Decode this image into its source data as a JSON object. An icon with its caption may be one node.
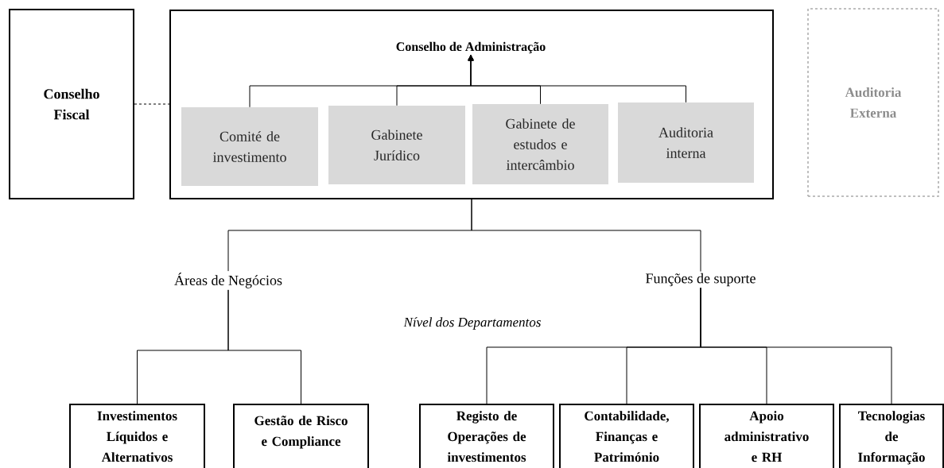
{
  "diagram": {
    "nodes": [
      {
        "text": [
          "Conselho Fiscal"
        ]
      },
      {
        "text": [],
        "shape": "box"
      },
      {
        "text": [
          "Conselho de Administração"
        ],
        "in": 1
      },
      {
        "text": [
          "Comité de investimento"
        ],
        "in": 1
      },
      {
        "text": [
          "Gabinete Jurídico"
        ],
        "in": 1
      },
      {
        "text": [
          "Gabinete de estudos e intercâmbio"
        ],
        "in": 1
      },
      {
        "text": [
          "Auditoria interna"
        ],
        "in": 1
      },
      {
        "text": [
          "Auditoria Externa"
        ]
      },
      {
        "text": [
          "Áreas de Negócios"
        ]
      },
      {
        "text": [
          "Funções de suporte"
        ]
      },
      {
        "text": [
          "Investimentos Líquidos e Alternativos"
        ]
      },
      {
        "text": [
          "Gestão de Risco e Compliance"
        ]
      },
      {
        "text": [
          "Registo de Operações de investimentos"
        ]
      },
      {
        "text": [
          "Contabilidade, Finanças e Património"
        ]
      },
      {
        "text": [
          "Apoio administrativo e RH"
        ]
      },
      {
        "text": [
          "Tecnologias de Informação"
        ]
      }
    ],
    "edges": [
      {
        "from": 0,
        "to": 1,
        "arrow": "none",
        "style": "dashed"
      },
      {
        "from": 3,
        "to": 2,
        "arrow": "to"
      },
      {
        "from": 4,
        "to": 2,
        "arrow": "to"
      },
      {
        "from": 5,
        "to": 2,
        "arrow": "to"
      },
      {
        "from": 6,
        "to": 2,
        "arrow": "to"
      },
      {
        "from": 1,
        "to": 8,
        "arrow": "none"
      },
      {
        "from": 1,
        "to": 9,
        "arrow": "none"
      },
      {
        "from": 8,
        "to": 10,
        "arrow": "none"
      },
      {
        "from": 8,
        "to": 11,
        "arrow": "none"
      },
      {
        "from": 9,
        "to": 12,
        "arrow": "none"
      },
      {
        "from": 9,
        "to": 13,
        "arrow": "none"
      },
      {
        "from": 9,
        "to": 14,
        "arrow": "none"
      },
      {
        "from": 9,
        "to": 15,
        "arrow": "none"
      }
    ],
    "labels": [
      "Nível dos Departamentos"
    ]
  }
}
